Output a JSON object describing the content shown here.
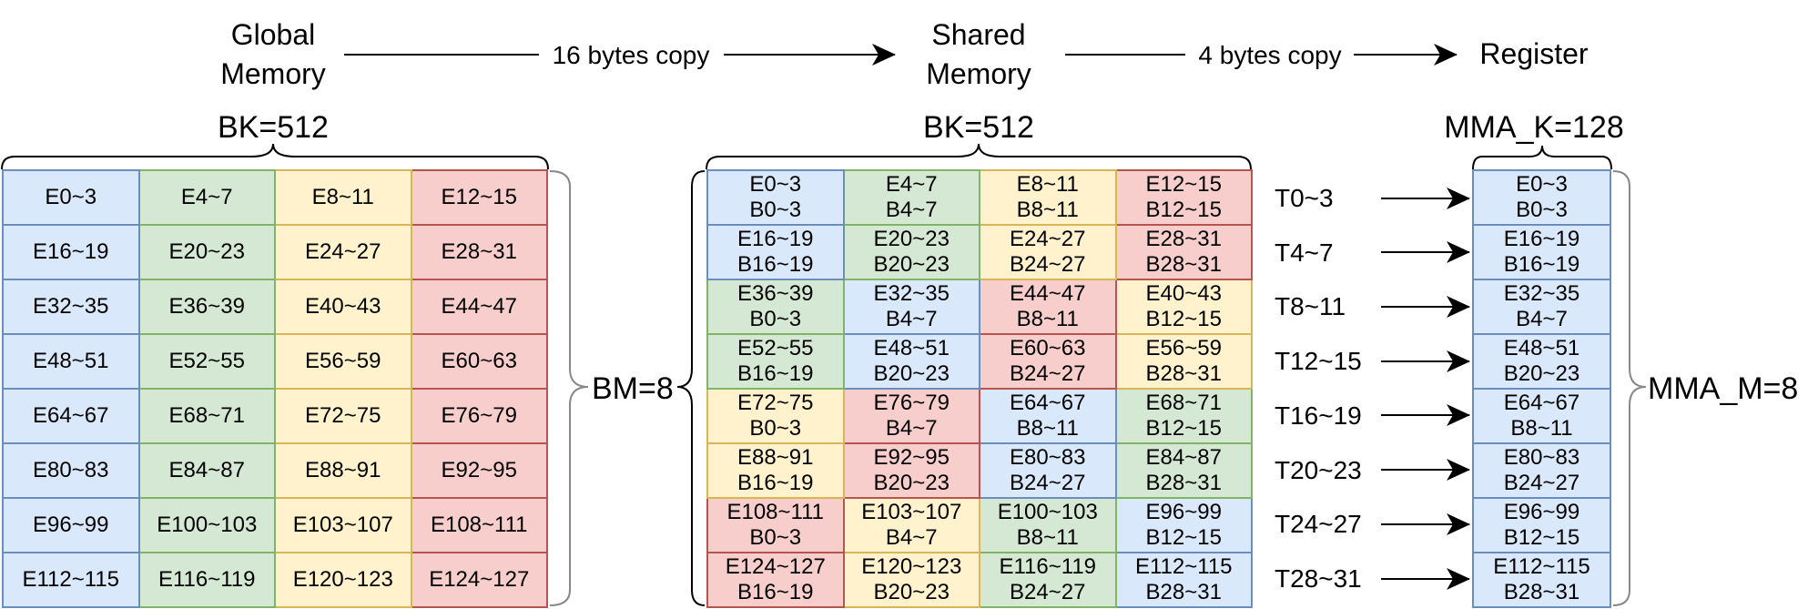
{
  "stages": {
    "global": {
      "line1": "Global",
      "line2": "Memory"
    },
    "shared": {
      "line1": "Shared",
      "line2": "Memory"
    },
    "register": {
      "label": "Register"
    }
  },
  "copies": {
    "global_to_shared": "16 bytes copy",
    "shared_to_register": "4 bytes copy"
  },
  "dims": {
    "global_bk": "BK=512",
    "shared_bk": "BK=512",
    "register_k": "MMA_K=128",
    "bm": "BM=8",
    "mma_m": "MMA_M=8"
  },
  "colors": {
    "blue": {
      "fill": "#dae8fc",
      "stroke": "#6c8ebf"
    },
    "green": {
      "fill": "#d5e8d4",
      "stroke": "#82b366"
    },
    "yellow": {
      "fill": "#fff2cc",
      "stroke": "#d6b656"
    },
    "red": {
      "fill": "#f8cecc",
      "stroke": "#b85450"
    }
  },
  "global_grid": [
    [
      {
        "text": "E0~3",
        "color": "blue"
      },
      {
        "text": "E4~7",
        "color": "green"
      },
      {
        "text": "E8~11",
        "color": "yellow"
      },
      {
        "text": "E12~15",
        "color": "red"
      }
    ],
    [
      {
        "text": "E16~19",
        "color": "blue"
      },
      {
        "text": "E20~23",
        "color": "green"
      },
      {
        "text": "E24~27",
        "color": "yellow"
      },
      {
        "text": "E28~31",
        "color": "red"
      }
    ],
    [
      {
        "text": "E32~35",
        "color": "blue"
      },
      {
        "text": "E36~39",
        "color": "green"
      },
      {
        "text": "E40~43",
        "color": "yellow"
      },
      {
        "text": "E44~47",
        "color": "red"
      }
    ],
    [
      {
        "text": "E48~51",
        "color": "blue"
      },
      {
        "text": "E52~55",
        "color": "green"
      },
      {
        "text": "E56~59",
        "color": "yellow"
      },
      {
        "text": "E60~63",
        "color": "red"
      }
    ],
    [
      {
        "text": "E64~67",
        "color": "blue"
      },
      {
        "text": "E68~71",
        "color": "green"
      },
      {
        "text": "E72~75",
        "color": "yellow"
      },
      {
        "text": "E76~79",
        "color": "red"
      }
    ],
    [
      {
        "text": "E80~83",
        "color": "blue"
      },
      {
        "text": "E84~87",
        "color": "green"
      },
      {
        "text": "E88~91",
        "color": "yellow"
      },
      {
        "text": "E92~95",
        "color": "red"
      }
    ],
    [
      {
        "text": "E96~99",
        "color": "blue"
      },
      {
        "text": "E100~103",
        "color": "green"
      },
      {
        "text": "E103~107",
        "color": "yellow"
      },
      {
        "text": "E108~111",
        "color": "red"
      }
    ],
    [
      {
        "text": "E112~115",
        "color": "blue"
      },
      {
        "text": "E116~119",
        "color": "green"
      },
      {
        "text": "E120~123",
        "color": "yellow"
      },
      {
        "text": "E124~127",
        "color": "red"
      }
    ]
  ],
  "shared_grid": [
    [
      {
        "l1": "E0~3",
        "l2": "B0~3",
        "color": "blue"
      },
      {
        "l1": "E4~7",
        "l2": "B4~7",
        "color": "green"
      },
      {
        "l1": "E8~11",
        "l2": "B8~11",
        "color": "yellow"
      },
      {
        "l1": "E12~15",
        "l2": "B12~15",
        "color": "red"
      }
    ],
    [
      {
        "l1": "E16~19",
        "l2": "B16~19",
        "color": "blue"
      },
      {
        "l1": "E20~23",
        "l2": "B20~23",
        "color": "green"
      },
      {
        "l1": "E24~27",
        "l2": "B24~27",
        "color": "yellow"
      },
      {
        "l1": "E28~31",
        "l2": "B28~31",
        "color": "red"
      }
    ],
    [
      {
        "l1": "E36~39",
        "l2": "B0~3",
        "color": "green"
      },
      {
        "l1": "E32~35",
        "l2": "B4~7",
        "color": "blue"
      },
      {
        "l1": "E44~47",
        "l2": "B8~11",
        "color": "red"
      },
      {
        "l1": "E40~43",
        "l2": "B12~15",
        "color": "yellow"
      }
    ],
    [
      {
        "l1": "E52~55",
        "l2": "B16~19",
        "color": "green"
      },
      {
        "l1": "E48~51",
        "l2": "B20~23",
        "color": "blue"
      },
      {
        "l1": "E60~63",
        "l2": "B24~27",
        "color": "red"
      },
      {
        "l1": "E56~59",
        "l2": "B28~31",
        "color": "yellow"
      }
    ],
    [
      {
        "l1": "E72~75",
        "l2": "B0~3",
        "color": "yellow"
      },
      {
        "l1": "E76~79",
        "l2": "B4~7",
        "color": "red"
      },
      {
        "l1": "E64~67",
        "l2": "B8~11",
        "color": "blue"
      },
      {
        "l1": "E68~71",
        "l2": "B12~15",
        "color": "green"
      }
    ],
    [
      {
        "l1": "E88~91",
        "l2": "B16~19",
        "color": "yellow"
      },
      {
        "l1": "E92~95",
        "l2": "B20~23",
        "color": "red"
      },
      {
        "l1": "E80~83",
        "l2": "B24~27",
        "color": "blue"
      },
      {
        "l1": "E84~87",
        "l2": "B28~31",
        "color": "green"
      }
    ],
    [
      {
        "l1": "E108~111",
        "l2": "B0~3",
        "color": "red"
      },
      {
        "l1": "E103~107",
        "l2": "B4~7",
        "color": "yellow"
      },
      {
        "l1": "E100~103",
        "l2": "B8~11",
        "color": "green"
      },
      {
        "l1": "E96~99",
        "l2": "B12~15",
        "color": "blue"
      }
    ],
    [
      {
        "l1": "E124~127",
        "l2": "B16~19",
        "color": "red"
      },
      {
        "l1": "E120~123",
        "l2": "B20~23",
        "color": "yellow"
      },
      {
        "l1": "E116~119",
        "l2": "B24~27",
        "color": "green"
      },
      {
        "l1": "E112~115",
        "l2": "B28~31",
        "color": "blue"
      }
    ]
  ],
  "threads": [
    "T0~3",
    "T4~7",
    "T8~11",
    "T12~15",
    "T16~19",
    "T20~23",
    "T24~27",
    "T28~31"
  ],
  "register_column": [
    {
      "l1": "E0~3",
      "l2": "B0~3"
    },
    {
      "l1": "E16~19",
      "l2": "B16~19"
    },
    {
      "l1": "E32~35",
      "l2": "B4~7"
    },
    {
      "l1": "E48~51",
      "l2": "B20~23"
    },
    {
      "l1": "E64~67",
      "l2": "B8~11"
    },
    {
      "l1": "E80~83",
      "l2": "B24~27"
    },
    {
      "l1": "E96~99",
      "l2": "B12~15"
    },
    {
      "l1": "E112~115",
      "l2": "B28~31"
    }
  ]
}
